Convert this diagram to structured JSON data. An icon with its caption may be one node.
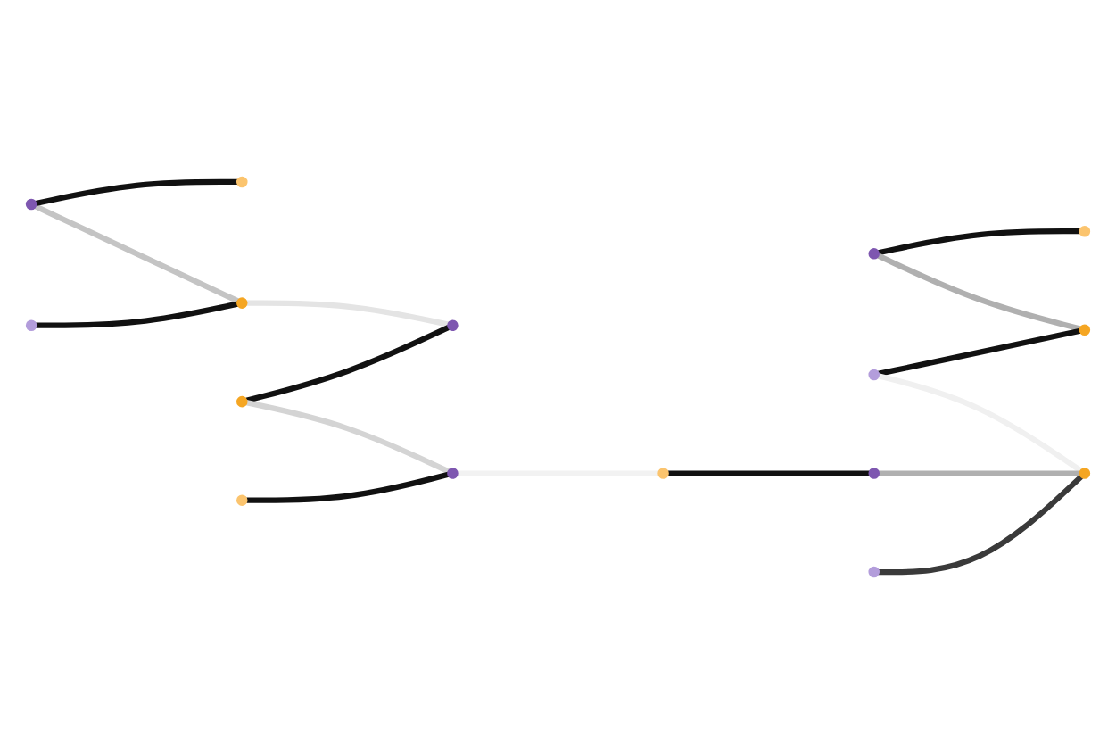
{
  "diagram": {
    "nodes": [
      {
        "text": [],
        "shape": "circle"
      },
      {
        "text": [],
        "shape": "circle"
      },
      {
        "text": [],
        "shape": "circle"
      },
      {
        "text": [],
        "shape": "circle"
      },
      {
        "text": [],
        "shape": "circle"
      },
      {
        "text": [],
        "shape": "circle"
      },
      {
        "text": [],
        "shape": "circle"
      },
      {
        "text": [],
        "shape": "circle"
      },
      {
        "text": [],
        "shape": "circle"
      },
      {
        "text": [],
        "shape": "circle"
      },
      {
        "text": [],
        "shape": "circle"
      },
      {
        "text": [],
        "shape": "circle"
      },
      {
        "text": [],
        "shape": "circle"
      },
      {
        "text": [],
        "shape": "circle"
      },
      {
        "text": [],
        "shape": "circle"
      },
      {
        "text": [],
        "shape": "circle"
      }
    ],
    "edges": [
      {
        "from": 0,
        "to": 6,
        "arrow": "none",
        "color": "#c4c4c4"
      },
      {
        "from": 0,
        "to": 4,
        "arrow": "none"
      },
      {
        "from": 2,
        "to": 6,
        "arrow": "none"
      },
      {
        "from": 6,
        "to": 12,
        "arrow": "none",
        "color": "#e4e4e4"
      },
      {
        "from": 1,
        "to": 5,
        "arrow": "none"
      },
      {
        "from": 1,
        "to": 7,
        "arrow": "none",
        "color": "#b0b0b0"
      },
      {
        "from": 3,
        "to": 7,
        "arrow": "none"
      },
      {
        "from": 3,
        "to": 9,
        "arrow": "none",
        "color": "#f0f0f0"
      },
      {
        "from": 8,
        "to": 12,
        "arrow": "none"
      },
      {
        "from": 8,
        "to": 14,
        "arrow": "none",
        "color": "#d4d4d4"
      },
      {
        "from": 10,
        "to": 14,
        "arrow": "none"
      },
      {
        "from": 14,
        "to": 11,
        "arrow": "none",
        "color": "#f2f2f2"
      },
      {
        "from": 11,
        "to": 15,
        "arrow": "none"
      },
      {
        "from": 15,
        "to": 9,
        "arrow": "none",
        "color": "#b0b0b0"
      },
      {
        "from": 13,
        "to": 9,
        "arrow": "none",
        "color": "#3a3a3a"
      }
    ]
  }
}
